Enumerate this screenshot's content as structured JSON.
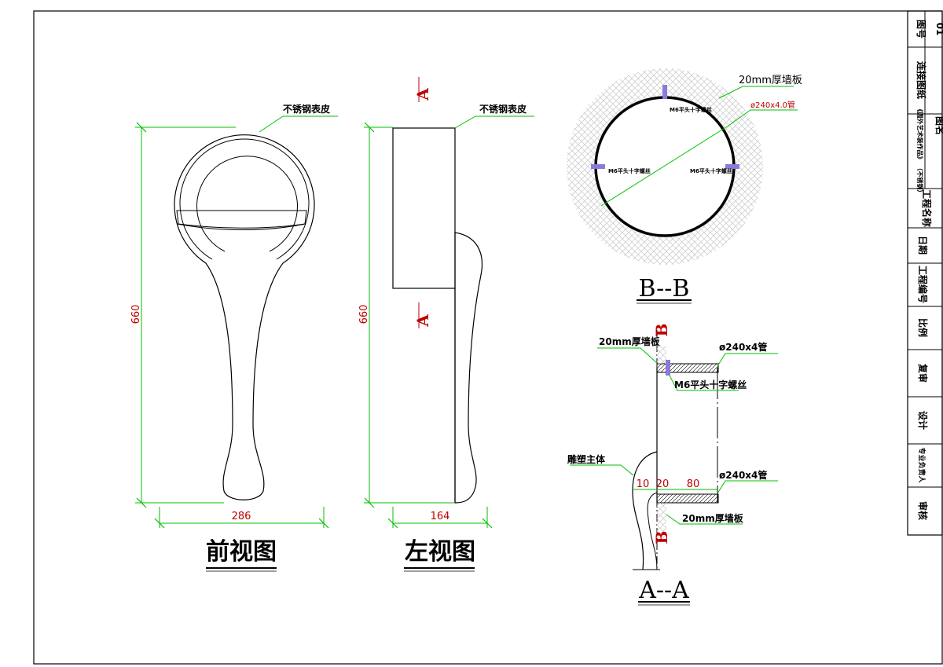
{
  "front_view": {
    "title": "前视图",
    "label_skin": "不锈钢表皮",
    "dim_height": "660",
    "dim_width": "286"
  },
  "left_view": {
    "title": "左视图",
    "label_skin": "不锈钢表皮",
    "dim_height": "660",
    "dim_width": "164",
    "section_mark_top": "A",
    "section_mark_bottom": "A"
  },
  "section_bb": {
    "title": "B--B",
    "label_wall": "20mm厚墙板",
    "label_pipe": "ø240x4.0管",
    "label_screw_top": "M6平头十字螺丝",
    "label_screw_left": "M6平头十字螺丝",
    "label_screw_right": "M6平头十字螺丝"
  },
  "section_aa": {
    "title": "A--A",
    "label_wall_top": "20mm厚墙板",
    "label_pipe_top": "ø240x4管",
    "label_screw": "M6平头十字螺丝",
    "label_body": "雕塑主体",
    "label_pipe_bottom": "ø240x4管",
    "label_wall_bottom": "20mm厚墙板",
    "dims": [
      "10",
      "20",
      "80"
    ],
    "section_mark_top": "B",
    "section_mark_bottom": "B"
  },
  "title_block": {
    "drawing_no_label": "图号",
    "drawing_no_value": "01",
    "drawing_name_value": "连接图纸",
    "drawing_name_label": "图名",
    "project_name_value": "《圆外艺术装作品》\n（不锈钢）",
    "project_name_label": "工程名称",
    "date_label": "日期",
    "project_code_label": "工程编号",
    "scale_label": "比例",
    "review_label": "复审",
    "design_label": "设计",
    "lead_label": "专业负责人",
    "audit_label": "审核"
  },
  "colors": {
    "dimension": "#00c000",
    "dim_text": "#c00000",
    "screw": "#8a7bd8",
    "hatch": "#cfcfcf",
    "line": "#000000"
  }
}
